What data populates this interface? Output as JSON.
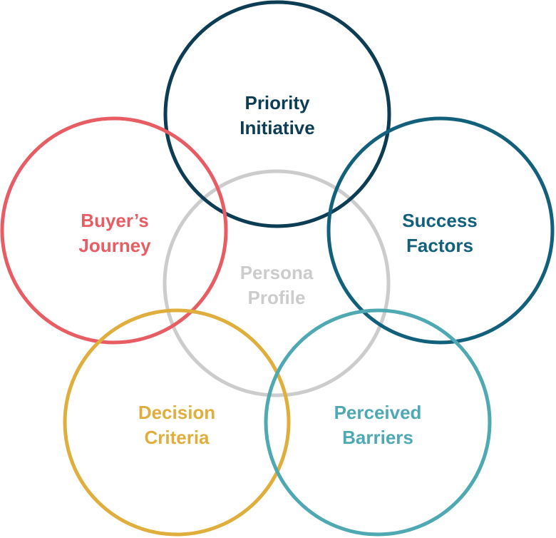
{
  "circles": [
    {
      "id": "persona",
      "lines": [
        "Persona",
        "Profile"
      ],
      "color": "#cccccc"
    },
    {
      "id": "priority",
      "lines": [
        "Priority",
        "Initiative"
      ],
      "color": "#0d3d55"
    },
    {
      "id": "buyers",
      "lines": [
        "Buyer’s",
        "Journey"
      ],
      "color": "#e85d63"
    },
    {
      "id": "success",
      "lines": [
        "Success",
        "Factors"
      ],
      "color": "#13607d"
    },
    {
      "id": "decision",
      "lines": [
        "Decision",
        "Criteria"
      ],
      "color": "#e0ae3d"
    },
    {
      "id": "barriers",
      "lines": [
        "Perceived",
        "Barriers"
      ],
      "color": "#4fa9b2"
    }
  ]
}
